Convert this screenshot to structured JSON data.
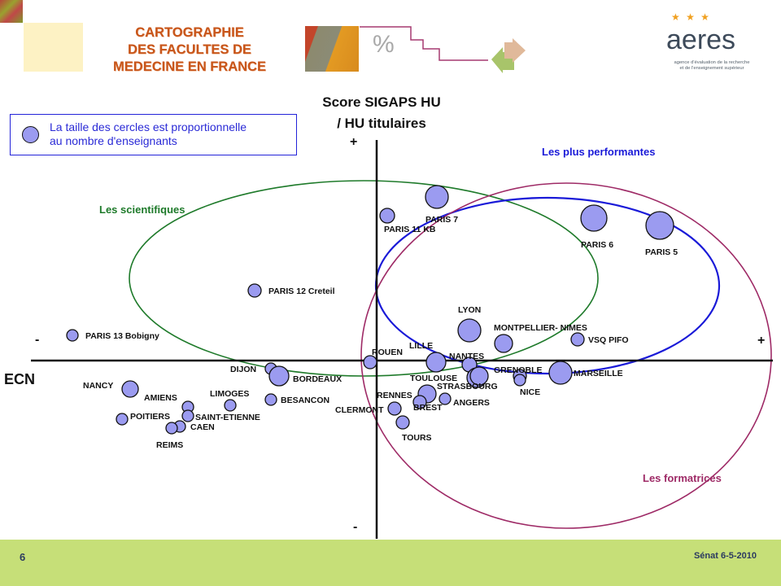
{
  "slide": {
    "title_lines": [
      "CARTOGRAPHIE",
      "DES FACULTES DE",
      "MEDECINE EN FRANCE"
    ],
    "decor_percent": "%",
    "logo": {
      "stars": "★ ★ ★",
      "word": "aeres",
      "subtitle_lines": [
        "agence d'évaluation de la recherche",
        "et de l'enseignement supérieur"
      ]
    },
    "legend": {
      "text_lines": [
        "La taille des cercles est proportionnelle",
        "au nombre d'enseignants"
      ],
      "marker_color": "#9b9bf0"
    },
    "footer": {
      "page_number": "6",
      "date": "Sénat 6-5-2010"
    }
  },
  "chart_data": {
    "type": "scatter",
    "title": "",
    "xlabel": "ECN",
    "ylabel_lines": [
      "Score SIGAPS HU",
      "/ HU titulaires"
    ],
    "axis_signs": {
      "x_neg": "-",
      "x_pos": "+",
      "y_pos": "+",
      "y_neg": "-"
    },
    "xlim": [
      -44,
      48
    ],
    "ylim": [
      -22,
      27
    ],
    "grid": false,
    "size_encoding": "number of teachers (relative)",
    "points": [
      {
        "name": "PARIS 7",
        "x": 7.4,
        "y": 20.1,
        "size": 14
      },
      {
        "name": "PARIS 11 KB",
        "x": 1.3,
        "y": 17.8,
        "size": 9
      },
      {
        "name": "PARIS 6",
        "x": 26.7,
        "y": 17.5,
        "size": 16
      },
      {
        "name": "PARIS 5",
        "x": 34.8,
        "y": 16.6,
        "size": 17
      },
      {
        "name": "PARIS 12 Creteil",
        "x": -15.0,
        "y": 8.6,
        "size": 8
      },
      {
        "name": "PARIS 13 Bobigny",
        "x": -37.4,
        "y": 3.1,
        "size": 7
      },
      {
        "name": "LYON",
        "x": 11.4,
        "y": 3.7,
        "size": 14
      },
      {
        "name": "MONTPELLIER- NIMES",
        "x": 15.6,
        "y": 2.1,
        "size": 11
      },
      {
        "name": "VSQ PIFO",
        "x": 24.7,
        "y": 2.6,
        "size": 8
      },
      {
        "name": "ROUEN",
        "x": -0.8,
        "y": -0.2,
        "size": 8
      },
      {
        "name": "LILLE",
        "x": 7.3,
        "y": -0.2,
        "size": 12
      },
      {
        "name": "NANTES",
        "x": 11.4,
        "y": -0.5,
        "size": 9
      },
      {
        "name": "TOULOUSE",
        "x": 12.3,
        "y": -2.1,
        "size": 12
      },
      {
        "name": "GRENOBLE",
        "x": 17.6,
        "y": -1.9,
        "size": 8
      },
      {
        "name": "NICE",
        "x": 17.6,
        "y": -2.4,
        "size": 7
      },
      {
        "name": "MARSEILLE",
        "x": 22.6,
        "y": -1.5,
        "size": 14
      },
      {
        "name": "STRASBOURG",
        "x": 12.6,
        "y": -1.9,
        "size": 11
      },
      {
        "name": "RENNES",
        "x": 6.2,
        "y": -4.1,
        "size": 11
      },
      {
        "name": "ANGERS",
        "x": 8.4,
        "y": -4.7,
        "size": 7
      },
      {
        "name": "BREST",
        "x": 5.3,
        "y": -5.1,
        "size": 8
      },
      {
        "name": "CLERMONT",
        "x": 2.2,
        "y": -5.9,
        "size": 8
      },
      {
        "name": "TOURS",
        "x": 3.2,
        "y": -7.6,
        "size": 8
      },
      {
        "name": "DIJON",
        "x": -13.0,
        "y": -1.0,
        "size": 7
      },
      {
        "name": "BORDEAUX",
        "x": -12.0,
        "y": -1.9,
        "size": 12
      },
      {
        "name": "BESANCON",
        "x": -13.0,
        "y": -4.8,
        "size": 7
      },
      {
        "name": "LIMOGES",
        "x": -18.0,
        "y": -5.5,
        "size": 7
      },
      {
        "name": "NANCY",
        "x": -30.3,
        "y": -3.5,
        "size": 10
      },
      {
        "name": "AMIENS",
        "x": -23.2,
        "y": -5.7,
        "size": 7
      },
      {
        "name": "SAINT-ETIENNE",
        "x": -23.2,
        "y": -6.8,
        "size": 7
      },
      {
        "name": "POITIERS",
        "x": -31.3,
        "y": -7.2,
        "size": 7
      },
      {
        "name": "CAEN",
        "x": -24.2,
        "y": -8.1,
        "size": 7
      },
      {
        "name": "REIMS",
        "x": -25.2,
        "y": -8.3,
        "size": 7
      }
    ],
    "groups": [
      {
        "name": "Les scientifiques",
        "color": "#1e7a2a",
        "cx": -1.6,
        "cy": 10.1,
        "rx": 28.8,
        "ry": 12.0
      },
      {
        "name": "Les plus performantes",
        "color": "#1a1ad8",
        "cx": 21.0,
        "cy": 9.2,
        "rx": 21.1,
        "ry": 10.8
      },
      {
        "name": "Les formatrices",
        "color": "#9e2a66",
        "cx": 23.3,
        "cy": 0.6,
        "rx": 25.2,
        "ry": 21.2
      }
    ]
  }
}
